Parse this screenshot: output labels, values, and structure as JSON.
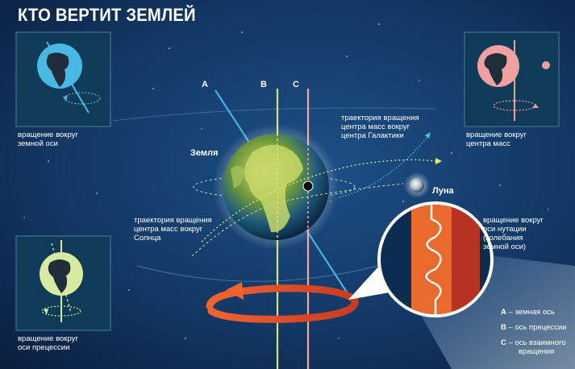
{
  "title": "КТО ВЕРТИТ ЗЕМЛЕЙ",
  "colors": {
    "background": "#0d2b52",
    "axis_a": "#3fb4e6",
    "axis_b": "#d7e07a",
    "axis_c": "#f2a6a6",
    "orbit_arrow": "#e8502a",
    "panel_earth_blue": "#47b9e3",
    "panel_earth_pink": "#f0a0a0",
    "panel_earth_green": "#d8eaa0"
  },
  "axes": {
    "a": "A",
    "b": "B",
    "c": "C"
  },
  "labels": {
    "earth": "Земля",
    "moon": "Луна",
    "galactic_trajectory": [
      "траектория вращения",
      "центра масс вокруг",
      "центра Галактики"
    ],
    "solar_trajectory": [
      "траектория вращения",
      "центра масс вокруг",
      "Солнца"
    ],
    "nutation": [
      "вращение вокруг",
      "оси нутации",
      "(колебания",
      "земной оси)"
    ]
  },
  "panels": {
    "top_left": [
      "вращение вокруг",
      "земной оси"
    ],
    "top_right": [
      "вращение вокруг",
      "центра масс"
    ],
    "bottom_left": [
      "вращение вокруг",
      "оси прецессии"
    ]
  },
  "legend": [
    {
      "key": "A",
      "text": "– земная ось"
    },
    {
      "key": "B",
      "text": "– ось прецессии"
    },
    {
      "key": "C",
      "text": "– ось взаимного",
      "text2": "вращения"
    }
  ]
}
